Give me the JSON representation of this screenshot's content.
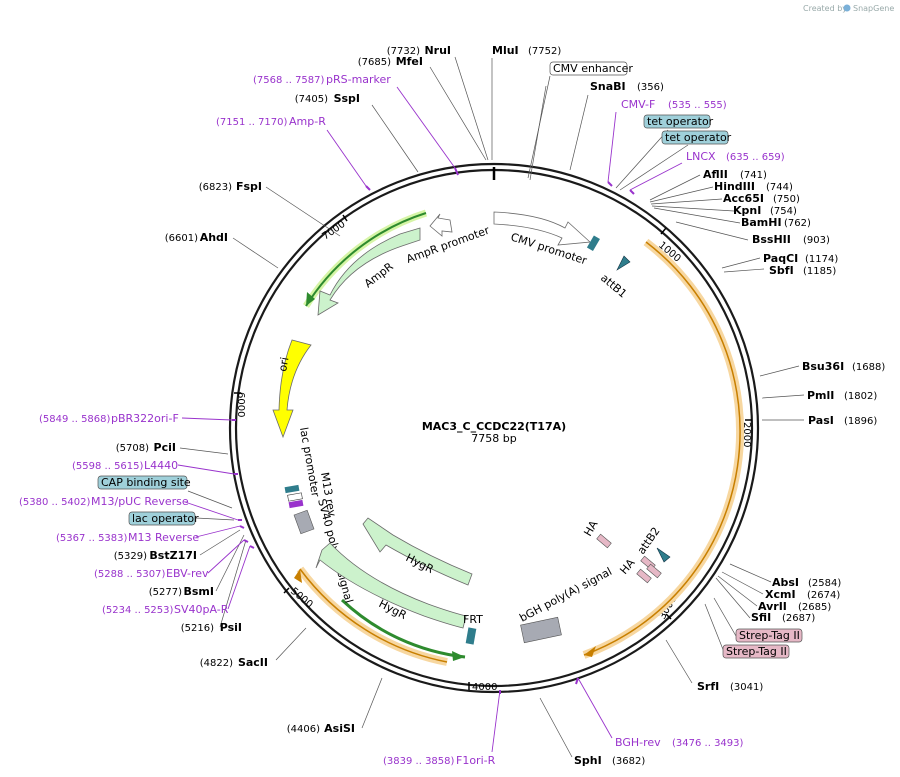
{
  "credit": {
    "prefix": "Created by",
    "brand": "SnapGene"
  },
  "plasmid": {
    "name": "MAC3_C_CCDC22(T17A)",
    "length": "7758 bp",
    "total_bp": 7758
  },
  "ticks": [
    "1000",
    "2000",
    "3000",
    "4000",
    "5000",
    "6000",
    "7000"
  ],
  "sites": [
    {
      "name": "NruI",
      "pos": "(7732)"
    },
    {
      "name": "MluI",
      "pos": "(7752)"
    },
    {
      "name": "MfeI",
      "pos": "(7685)"
    },
    {
      "name": "SnaBI",
      "pos": "(356)"
    },
    {
      "name": "SspI",
      "pos": "(7405)"
    },
    {
      "name": "FspI",
      "pos": "(6823)"
    },
    {
      "name": "AflII",
      "pos": "(741)"
    },
    {
      "name": "HindIII",
      "pos": "(744)"
    },
    {
      "name": "Acc65I",
      "pos": "(750)"
    },
    {
      "name": "KpnI",
      "pos": "(754)"
    },
    {
      "name": "BamHI",
      "pos": "(762)"
    },
    {
      "name": "BssHII",
      "pos": "(903)"
    },
    {
      "name": "AhdI",
      "pos": "(6601)"
    },
    {
      "name": "PaqCI",
      "pos": "(1174)"
    },
    {
      "name": "SbfI",
      "pos": "(1185)"
    },
    {
      "name": "Bsu36I",
      "pos": "(1688)"
    },
    {
      "name": "PmlI",
      "pos": "(1802)"
    },
    {
      "name": "PasI",
      "pos": "(1896)"
    },
    {
      "name": "PciI",
      "pos": "(5708)"
    },
    {
      "name": "BstZ17I",
      "pos": "(5329)"
    },
    {
      "name": "BsmI",
      "pos": "(5277)"
    },
    {
      "name": "PsiI",
      "pos": "(5216)"
    },
    {
      "name": "AbsI",
      "pos": "(2584)"
    },
    {
      "name": "XcmI",
      "pos": "(2674)"
    },
    {
      "name": "AvrII",
      "pos": "(2685)"
    },
    {
      "name": "SfiI",
      "pos": "(2687)"
    },
    {
      "name": "SacII",
      "pos": "(4822)"
    },
    {
      "name": "SrfI",
      "pos": "(3041)"
    },
    {
      "name": "AsiSI",
      "pos": "(4406)"
    },
    {
      "name": "SphI",
      "pos": "(3682)"
    }
  ],
  "primers": [
    {
      "name": "pRS-marker",
      "range": "(7568 .. 7587)"
    },
    {
      "name": "Amp-R",
      "range": "(7151 .. 7170)"
    },
    {
      "name": "CMV-F",
      "range": "(535 .. 555)"
    },
    {
      "name": "LNCX",
      "range": "(635 .. 659)"
    },
    {
      "name": "pBR322ori-F",
      "range": "(5849 .. 5868)"
    },
    {
      "name": "L4440",
      "range": "(5598 .. 5615)"
    },
    {
      "name": "M13/pUC Reverse",
      "range": "(5380 .. 5402)"
    },
    {
      "name": "M13 Reverse",
      "range": "(5367 .. 5383)"
    },
    {
      "name": "EBV-rev",
      "range": "(5288 .. 5307)"
    },
    {
      "name": "SV40pA-R",
      "range": "(5234 .. 5253)"
    },
    {
      "name": "BGH-rev",
      "range": "(3476 .. 3493)"
    },
    {
      "name": "F1ori-R",
      "range": "(3839 .. 3858)"
    }
  ],
  "boxed_labels": [
    {
      "name": "CMV enhancer",
      "color": "#ffffff"
    },
    {
      "name": "tet operator",
      "color": "#9fd0da"
    },
    {
      "name": "tet operator",
      "color": "#9fd0da"
    },
    {
      "name": "CAP binding site",
      "color": "#9fd0da"
    },
    {
      "name": "lac operator",
      "color": "#9fd0da"
    },
    {
      "name": "Strep-Tag II",
      "color": "#e6b8c6"
    },
    {
      "name": "Strep-Tag II",
      "color": "#e6b8c6"
    }
  ],
  "features": {
    "cmv_promoter": "CMV promoter",
    "attB1": "attB1",
    "ampr_promoter": "AmpR promoter",
    "ampr": "AmpR",
    "ori": "ori",
    "lac_promoter": "lac promoter",
    "m13_rev": "M13 rev",
    "sv40_polya": "SV40 poly(A) signal",
    "hygr_1": "HygR",
    "hygr_2": "HygR",
    "frt": "FRT",
    "bgh_polya": "bGH poly(A) signal",
    "ha_1": "HA",
    "ha_2": "HA",
    "attB2": "attB2"
  },
  "colors": {
    "backbone": "#1a1a1a",
    "primer": "#9933cc",
    "orf_green": "#ccf2cc",
    "orf_highlight": "#f7d7a0",
    "ori_yellow": "#ffff00",
    "teal": "#2f7d8c",
    "gray_box": "#a7aab3"
  }
}
